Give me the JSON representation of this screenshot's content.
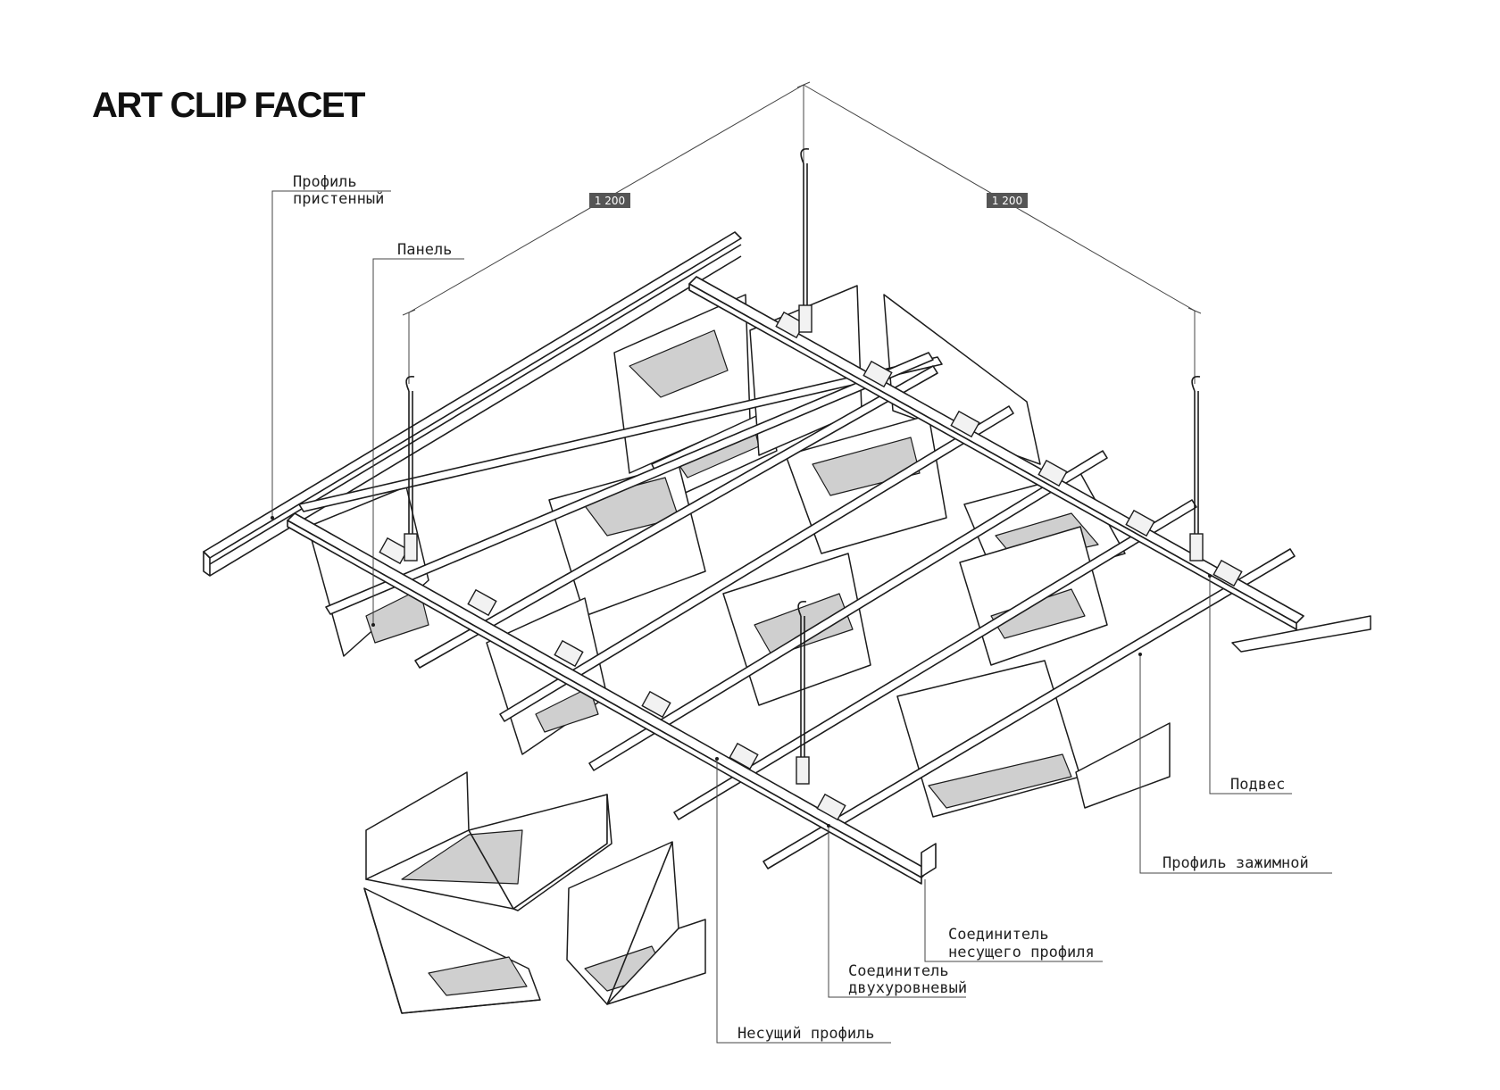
{
  "title": "ART CLIP FACET",
  "dimensions": [
    {
      "value": "1 200"
    },
    {
      "value": "1 200"
    }
  ],
  "callouts": {
    "wall_profile": [
      "Профиль",
      "пристенный"
    ],
    "panel": [
      "Панель"
    ],
    "hanger": [
      "Подвес"
    ],
    "clamp_profile": [
      "Профиль зажимной"
    ],
    "main_profile_connector": [
      "Соединитель",
      "несущего профиля"
    ],
    "two_level_connector": [
      "Соединитель",
      "двухуровневый"
    ],
    "main_profile": [
      "Несущий профиль"
    ]
  },
  "colors": {
    "line": "#1c1c1c",
    "panel_shade": "#cfcfcf",
    "dimension_badge": "#555555",
    "background": "#ffffff"
  }
}
